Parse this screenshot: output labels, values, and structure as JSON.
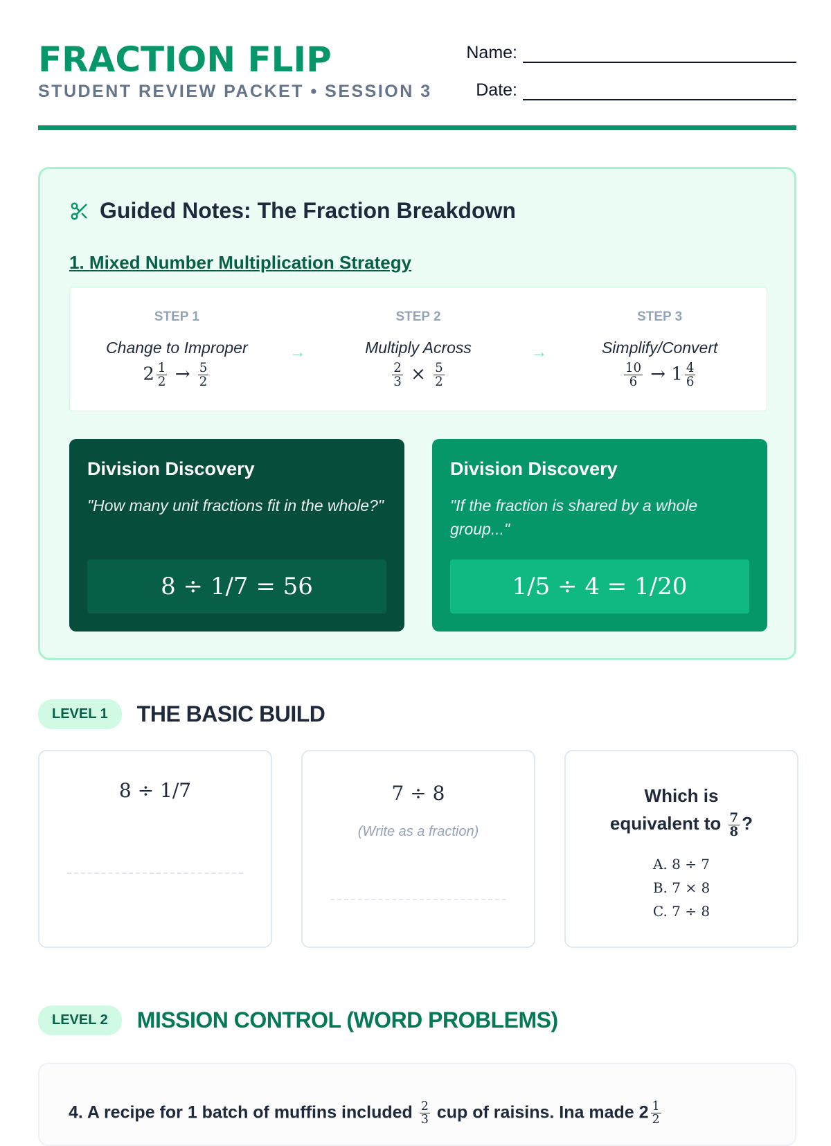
{
  "header": {
    "title": "FRACTION FLIP",
    "subtitle": "STUDENT REVIEW PACKET • SESSION 3",
    "name_label": "Name:",
    "date_label": "Date:"
  },
  "notes": {
    "title": "Guided Notes: The Fraction Breakdown",
    "section": "1. Mixed Number Multiplication Strategy",
    "steps": [
      {
        "label": "STEP 1",
        "desc": "Change to Improper"
      },
      {
        "label": "STEP 2",
        "desc": "Multiply Across"
      },
      {
        "label": "STEP 3",
        "desc": "Simplify/Convert"
      }
    ],
    "cards": [
      {
        "title": "Division Discovery",
        "quote": "\"How many unit fractions fit in the whole?\"",
        "eq": "8 ÷ 1/7 = 56"
      },
      {
        "title": "Division Discovery",
        "quote": "\"If the fraction is shared by a whole group...\"",
        "eq": "1/5 ÷ 4 = 1/20"
      }
    ]
  },
  "level1": {
    "badge": "LEVEL 1",
    "title": "THE BASIC BUILD",
    "p1": "8 ÷ 1/7",
    "p2": "7 ÷ 8",
    "p2_hint": "(Write as a fraction)",
    "p3_q1": "Which is",
    "p3_q2": "equivalent to",
    "p3_q3": "?",
    "p3_options": [
      "A. 8 ÷ 7",
      "B. 7 × 8",
      "C. 7 ÷ 8"
    ]
  },
  "level2": {
    "badge": "LEVEL 2",
    "title": "MISSION CONTROL (WORD PROBLEMS)",
    "problem_a": "4. A recipe for 1 batch of muffins included",
    "problem_b": "cup of raisins. Ina made 2"
  },
  "colors": {
    "brand": "#079669",
    "dark": "#064e3b",
    "accent": "#10b981"
  }
}
